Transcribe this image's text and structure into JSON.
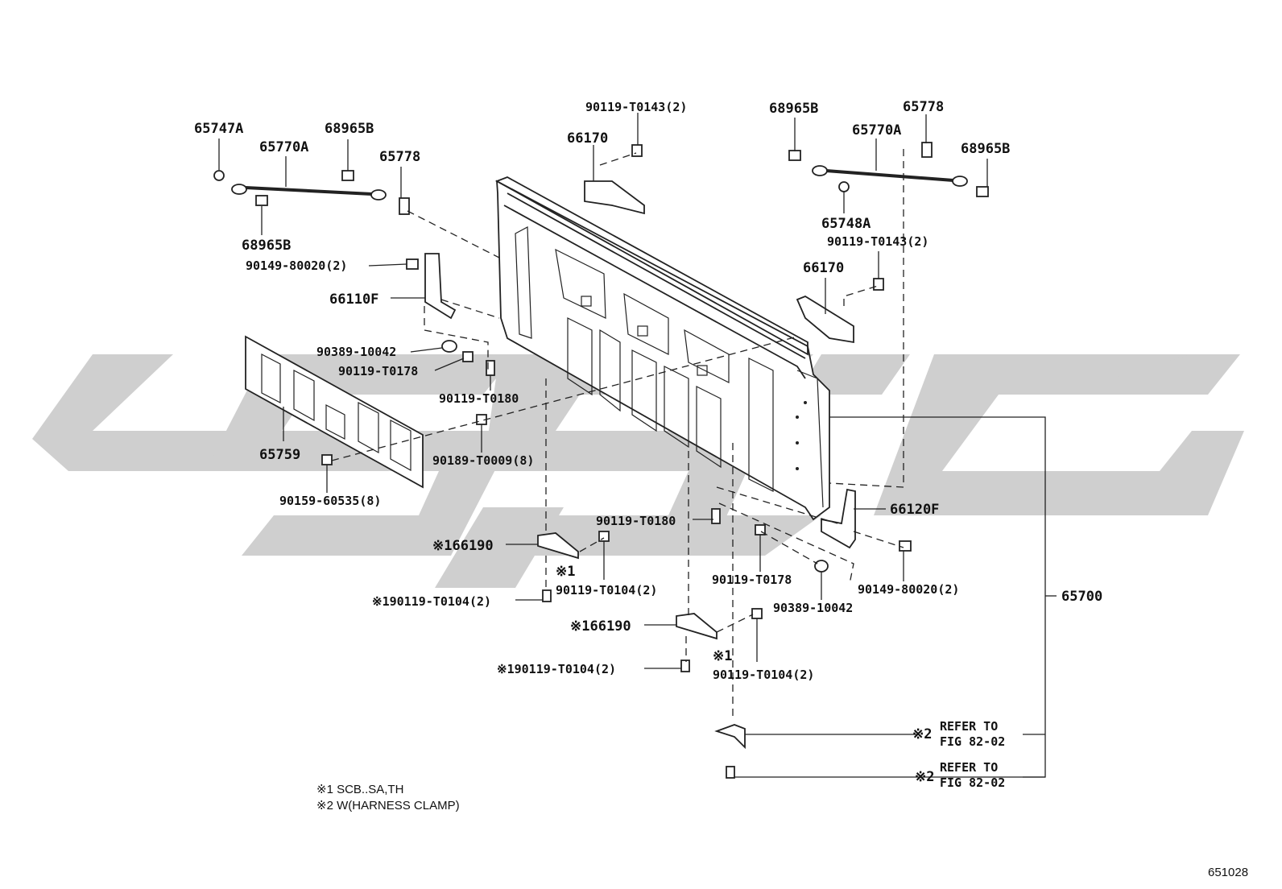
{
  "labels": {
    "p65747A": "65747A",
    "p65770A_l": "65770A",
    "p68965B_tl": "68965B",
    "p65778_l": "65778",
    "p68965B_bl": "68965B",
    "p90149_l": "90149-80020(2)",
    "p66110F": "66110F",
    "p90389_l": "90389-10042",
    "p90119T0178_l": "90119-T0178",
    "p90119T0180_l": "90119-T0180",
    "p65759": "65759",
    "p90189": "90189-T0009(8)",
    "p90159": "90159-60535(8)",
    "p90119T0143_t": "90119-T0143(2)",
    "p66170_t": "66170",
    "p68965B_tr": "68965B",
    "p65778_r": "65778",
    "p65770A_r": "65770A",
    "p68965B_r": "68965B",
    "p65748A": "65748A",
    "p90119T0143_r": "90119-T0143(2)",
    "p66170_r": "66170",
    "p66120F": "66120F",
    "p90119T0180_r": "90119-T0180",
    "p90119T0178_r": "90119-T0178",
    "p90149_r": "90149-80020(2)",
    "p90389_r": "90389-10042",
    "p65700": "65700",
    "p166190_l": "※166190",
    "p166190_l_note": "※1",
    "p90119T0104_l": "90119-T0104(2)",
    "p190119T0104_l": "※190119-T0104(2)",
    "p166190_r": "※166190",
    "p166190_r_note": "※1",
    "p90119T0104_r": "90119-T0104(2)",
    "p190119T0104_r": "※190119-T0104(2)",
    "ref1_mark": "※2",
    "ref1_line1": "REFER TO",
    "ref1_line2": "FIG 82-02",
    "ref2_mark": "※2",
    "ref2_line1": "REFER TO",
    "ref2_line2": "FIG 82-02"
  },
  "notes": {
    "note1": "※1 SCB..SA,TH",
    "note2": "※2 W(HARNESS CLAMP)"
  },
  "figure_code": "651028",
  "colors": {
    "ink": "#111111",
    "watermark": "#cfcfcf",
    "background": "#ffffff"
  }
}
